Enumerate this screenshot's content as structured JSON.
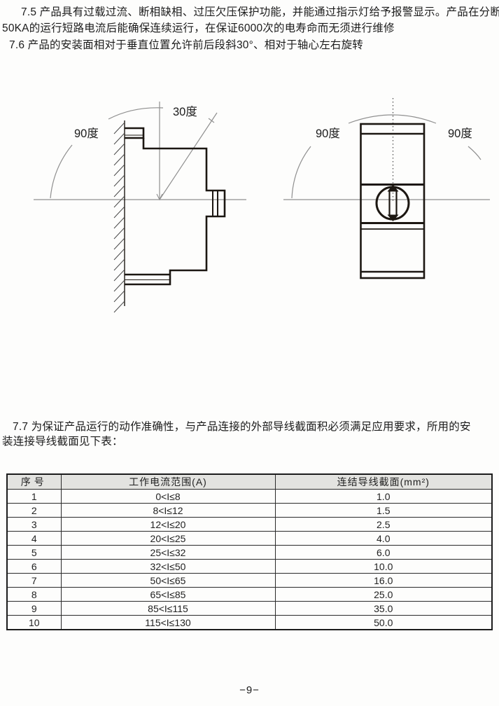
{
  "colors": {
    "text": "#1b1b1b",
    "diagram_line_dark": "#1c1712",
    "diagram_line_gray": "#8f8f8f",
    "table_border": "#2a2a2a",
    "table_header_bg": "#e3e3e0",
    "page_bg": "#fdfdfc"
  },
  "sections": {
    "s75": {
      "lines": [
        "7.5 产品具有过载过流、断相缺相、过压欠压保护功能，并能通过指示灯给予报警显示。产品在分断",
        "50KA的运行短路电流后能确保连续运行，在保证6000次的电寿命而无须进行维修"
      ]
    },
    "s76": {
      "lines": [
        "7.6 产品的安装面相对于垂直位置允许前后段斜30°、相对于轴心左右旋转"
      ]
    },
    "s77": {
      "lines": [
        "7.7 为保证产品运行的动作准确性，与产品连接的外部导线截面积必须满足应用要求，所用的安",
        "装连接导线截面见下表："
      ]
    }
  },
  "diagrams": {
    "side_view": {
      "label_30": "30度",
      "label_90": "90度"
    },
    "front_view": {
      "label_90_left": "90度",
      "label_90_right": "90度"
    }
  },
  "table": {
    "headers": [
      "序号",
      "工作电流范围(A)",
      "连结导线截面(mm²)"
    ],
    "rows": [
      [
        "1",
        "0<I≤8",
        "1.0"
      ],
      [
        "2",
        "8<I≤12",
        "1.5"
      ],
      [
        "3",
        "12<I≤20",
        "2.5"
      ],
      [
        "4",
        "20<I≤25",
        "4.0"
      ],
      [
        "5",
        "25<I≤32",
        "6.0"
      ],
      [
        "6",
        "32<I≤50",
        "10.0"
      ],
      [
        "7",
        "50<I≤65",
        "16.0"
      ],
      [
        "8",
        "65<I≤85",
        "25.0"
      ],
      [
        "9",
        "85<I≤115",
        "35.0"
      ],
      [
        "10",
        "115<I≤130",
        "50.0"
      ]
    ]
  },
  "footer": {
    "page_number": "−9−"
  }
}
